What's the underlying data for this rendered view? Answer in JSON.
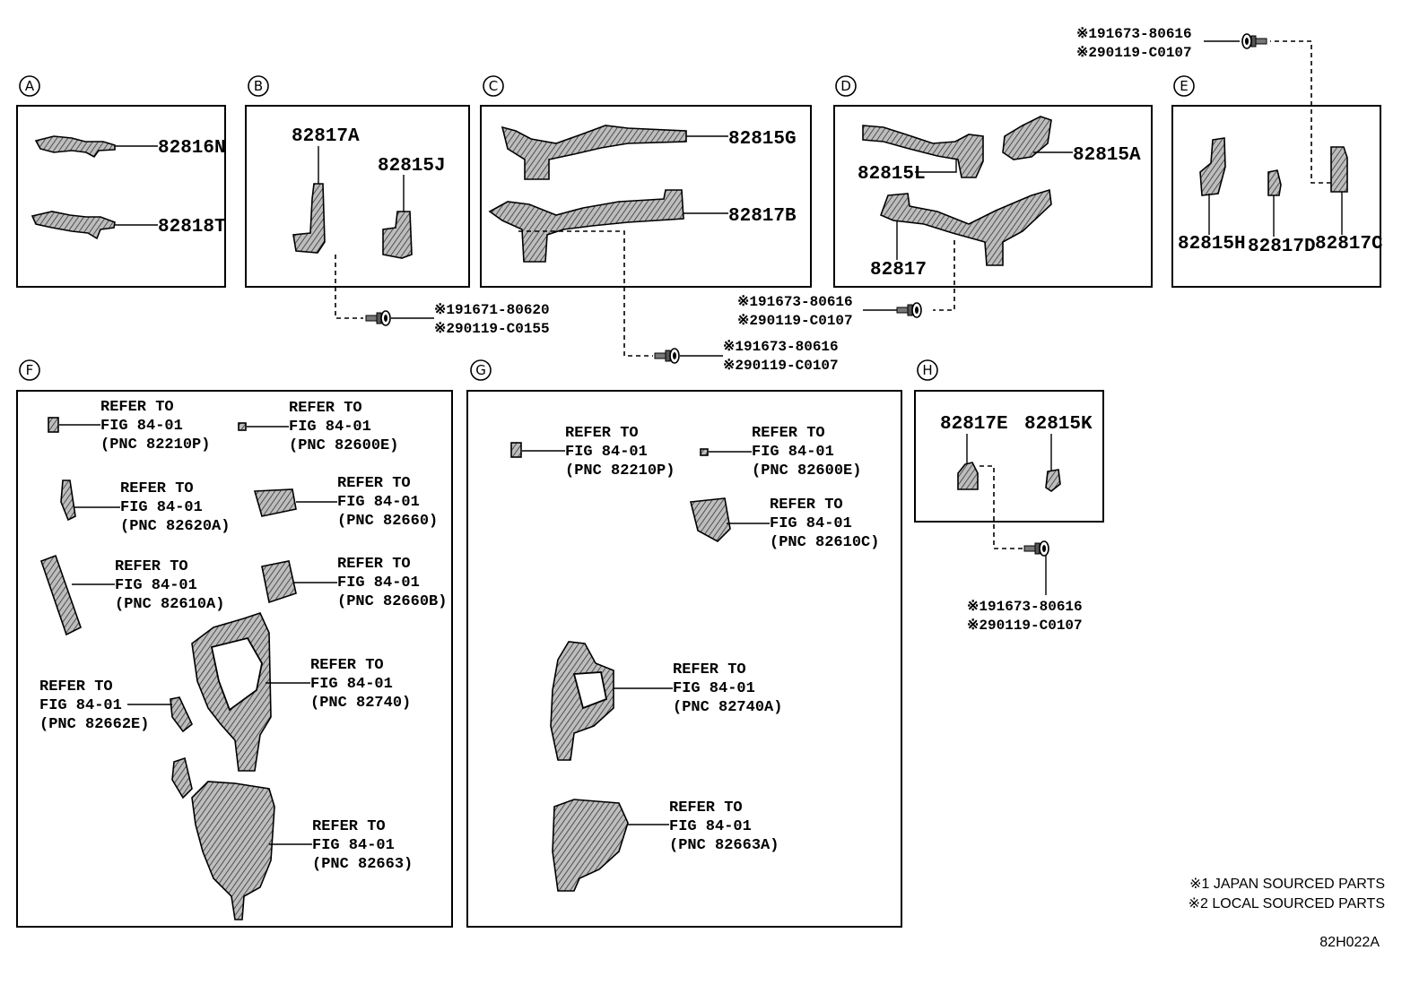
{
  "sections": {
    "A": {
      "letter": "A",
      "parts": [
        "82816N",
        "82818T"
      ]
    },
    "B": {
      "letter": "B",
      "parts": [
        "82817A",
        "82815J"
      ]
    },
    "C": {
      "letter": "C",
      "parts": [
        "82815G",
        "82817B"
      ]
    },
    "D": {
      "letter": "D",
      "parts": [
        "82815A",
        "82815L",
        "82817"
      ]
    },
    "E": {
      "letter": "E",
      "parts": [
        "82815H",
        "82817D",
        "82817C"
      ]
    },
    "F": {
      "letter": "F",
      "refs": [
        {
          "l1": "REFER TO",
          "l2": "FIG 84-01",
          "l3": "(PNC 82210P)"
        },
        {
          "l1": "REFER TO",
          "l2": "FIG 84-01",
          "l3": "(PNC 82600E)"
        },
        {
          "l1": "REFER TO",
          "l2": "FIG 84-01",
          "l3": "(PNC 82620A)"
        },
        {
          "l1": "REFER TO",
          "l2": "FIG 84-01",
          "l3": "(PNC 82660)"
        },
        {
          "l1": "REFER TO",
          "l2": "FIG 84-01",
          "l3": "(PNC 82610A)"
        },
        {
          "l1": "REFER TO",
          "l2": "FIG 84-01",
          "l3": "(PNC 82660B)"
        },
        {
          "l1": "REFER TO",
          "l2": "FIG 84-01",
          "l3": "(PNC 82740)"
        },
        {
          "l1": "REFER TO",
          "l2": "FIG 84-01",
          "l3": "(PNC 82662E)"
        },
        {
          "l1": "REFER TO",
          "l2": "FIG 84-01",
          "l3": "(PNC 82663)"
        }
      ]
    },
    "G": {
      "letter": "G",
      "refs": [
        {
          "l1": "REFER TO",
          "l2": "FIG 84-01",
          "l3": "(PNC 82210P)"
        },
        {
          "l1": "REFER TO",
          "l2": "FIG 84-01",
          "l3": "(PNC 82600E)"
        },
        {
          "l1": "REFER TO",
          "l2": "FIG 84-01",
          "l3": "(PNC 82610C)"
        },
        {
          "l1": "REFER TO",
          "l2": "FIG 84-01",
          "l3": "(PNC 82740A)"
        },
        {
          "l1": "REFER TO",
          "l2": "FIG 84-01",
          "l3": "(PNC 82663A)"
        }
      ]
    },
    "H": {
      "letter": "H",
      "parts": [
        "82817E",
        "82815K"
      ]
    }
  },
  "bolts": {
    "b": {
      "l1": "※191671-80620",
      "l2": "※290119-C0155"
    },
    "c": {
      "l1": "※191673-80616",
      "l2": "※290119-C0107"
    },
    "d": {
      "l1": "※191673-80616",
      "l2": "※290119-C0107"
    },
    "e": {
      "l1": "※191673-80616",
      "l2": "※290119-C0107"
    },
    "h": {
      "l1": "※191673-80616",
      "l2": "※290119-C0107"
    }
  },
  "notes": {
    "n1": "※1 JAPAN SOURCED PARTS",
    "n2": "※2 LOCAL SOURCED PARTS"
  },
  "diagram_id": "82H022A"
}
